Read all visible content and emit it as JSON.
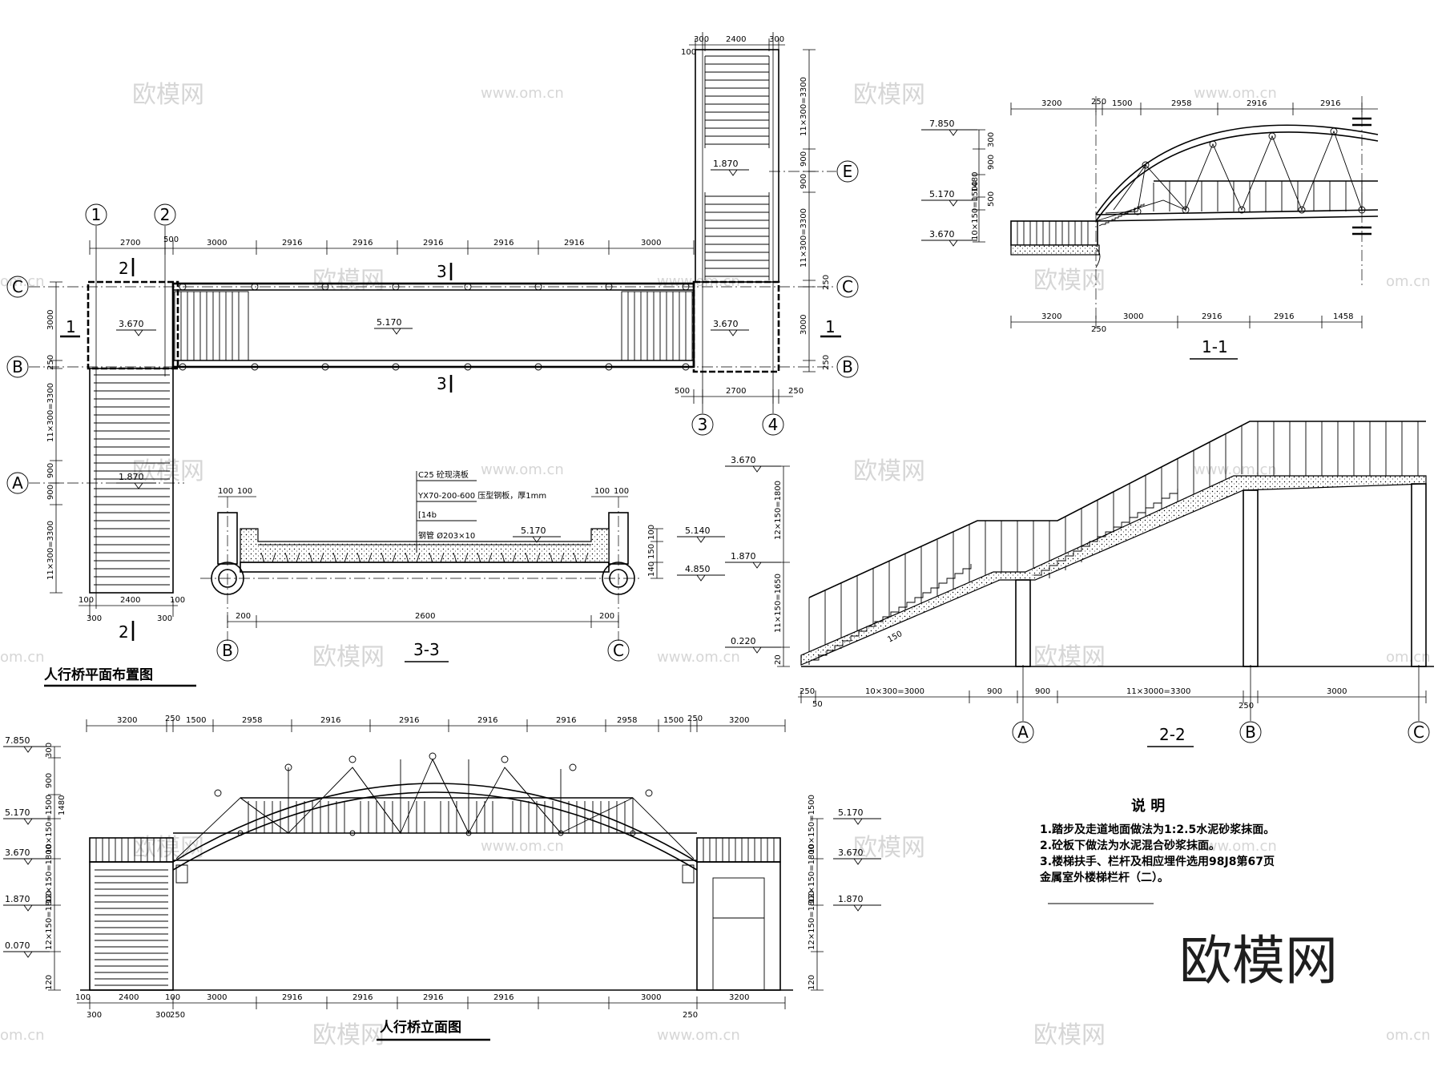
{
  "plan": {
    "title": "人行桥平面布置图",
    "axes": [
      "1",
      "2",
      "3",
      "4",
      "A",
      "B",
      "C",
      "E"
    ],
    "elev_landing": "3.670",
    "elev_deck": "5.170",
    "elev_mid": "1.870",
    "dims_top": [
      "2700",
      "500",
      "3000",
      "2916",
      "2916",
      "2916",
      "2916",
      "2916",
      "3000"
    ],
    "dims_bottom_left": [
      "100",
      "2400",
      "100",
      "300",
      "300"
    ],
    "dims_bottom_right": [
      "500",
      "2700",
      "250"
    ],
    "dims_stair_top": [
      "300",
      "2400",
      "300",
      "100"
    ],
    "dims_left_v": [
      "3000",
      "250",
      "11×300=3300",
      "900",
      "900",
      "11×300=3300"
    ],
    "dims_right_v": [
      "11×300=3300",
      "900",
      "900",
      "11×300=3300",
      "250",
      "3000",
      "250"
    ],
    "sec_marks": [
      "1",
      "2",
      "3"
    ]
  },
  "s11": {
    "title": "1-1",
    "dims_top": [
      "3200",
      "250",
      "1500",
      "2958",
      "2916",
      "2916"
    ],
    "dims_bottom": [
      "3200",
      "3000",
      "2916",
      "2916",
      "1458",
      "250"
    ],
    "elevs": [
      "7.850",
      "5.170",
      "3.670"
    ],
    "dims_v": [
      "300",
      "900",
      "1480",
      "500",
      "10×150=1500"
    ]
  },
  "s33": {
    "title": "3-3",
    "labels": [
      "C25 砼现浇板",
      "YX70-200-600  压型钢板，厚1mm",
      "[14b",
      "钢管 Ø203×10"
    ],
    "elev_deck": "5.170",
    "elev_top": "5.140",
    "elev_bot": "4.850",
    "dims_top": [
      "100",
      "100",
      "100",
      "100"
    ],
    "dims_v": [
      "100",
      "150",
      "140"
    ],
    "dims_bottom": [
      "200",
      "2600",
      "200"
    ],
    "axes": [
      "B",
      "C"
    ]
  },
  "s22": {
    "title": "2-2",
    "elevs": [
      "3.670",
      "1.870",
      "0.220"
    ],
    "dims_v": [
      "12×150=1800",
      "11×150=1650",
      "20"
    ],
    "dims_bottom": [
      "250",
      "10×300=3000",
      "900",
      "900",
      "11×3000=3300",
      "3000",
      "50",
      "250"
    ],
    "axes": [
      "A",
      "B",
      "C"
    ],
    "slope": "150"
  },
  "elev": {
    "title": "人行桥立面图",
    "dims_top": [
      "3200",
      "250",
      "1500",
      "2958",
      "2916",
      "2916",
      "2916",
      "2916",
      "2958",
      "1500",
      "250",
      "3200"
    ],
    "dims_bottom": [
      "100",
      "2400",
      "100",
      "3000",
      "2916",
      "2916",
      "2916",
      "2916",
      "3000",
      "3200",
      "300",
      "300",
      "250",
      "250"
    ],
    "elevs_left": [
      "7.850",
      "5.170",
      "3.670",
      "1.870",
      "0.070"
    ],
    "elevs_right": [
      "5.170",
      "3.670",
      "1.870"
    ],
    "dims_v_left": [
      "300",
      "900",
      "1480",
      "10×150=1500",
      "12×150=1800",
      "12×150=1800",
      "120"
    ],
    "dims_v_right": [
      "10×150=1500",
      "12×150=1800",
      "12×150=1800",
      "120"
    ]
  },
  "notes": {
    "heading": "说  明",
    "lines": [
      "1.踏步及走道地面做法为1:2.5水泥砂浆抹面。",
      "2.砼板下做法为水泥混合砂浆抹面。",
      "3.楼梯扶手、栏杆及相应埋件选用98J8第67页",
      "   金属室外楼梯栏杆（二）。"
    ]
  },
  "watermark": {
    "cn": "欧模网",
    "url": "www.om.cn",
    "short": "om.cn"
  },
  "logo": "欧模网"
}
